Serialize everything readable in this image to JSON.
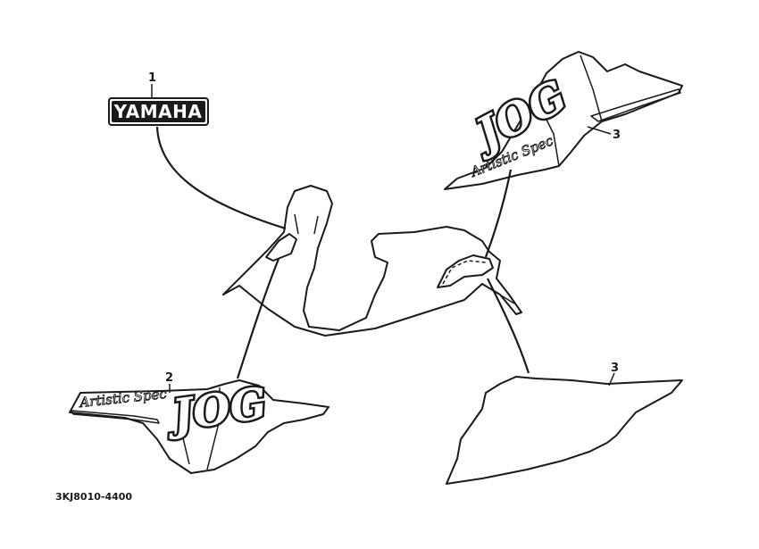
{
  "brand_label": "YAMAHA",
  "callouts": {
    "yamaha_emblem": "1",
    "front_decal": "2",
    "rear_decal_top": "3",
    "rear_decal_bottom": "3"
  },
  "decal_text": {
    "script_top": "Artistic Spec",
    "script_bottom": "Artistic Spec",
    "logo_top": "JOG",
    "logo_bottom": "JOG"
  },
  "part_number": "3KJ8010-4400",
  "colors": {
    "line": "#1a1a1a",
    "background": "#ffffff"
  }
}
